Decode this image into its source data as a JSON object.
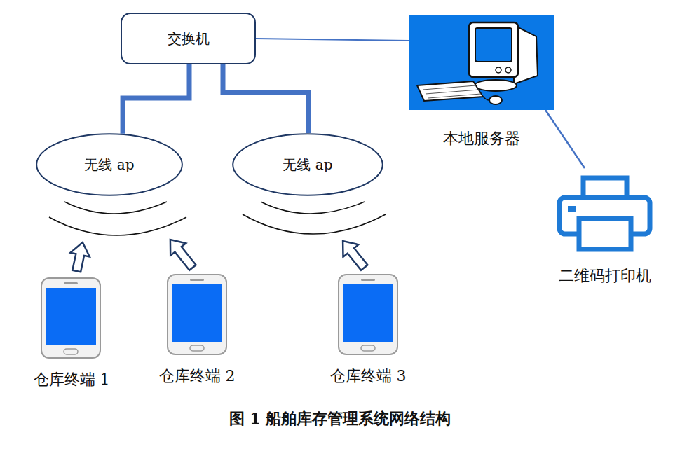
{
  "diagram": {
    "caption": "图 1 船舶库存管理系统网络结构",
    "nodes": [
      {
        "text": [
          "交换机"
        ]
      },
      {
        "text": [
          "本地服务器"
        ]
      },
      {
        "text": [
          "无线 ap"
        ]
      },
      {
        "text": [
          "无线 ap"
        ]
      },
      {
        "text": [
          "二维码打印机"
        ]
      },
      {
        "text": [
          "仓库终端 1"
        ]
      },
      {
        "text": [
          "仓库终端 2"
        ]
      },
      {
        "text": [
          "仓库终端 3"
        ]
      }
    ],
    "edges": [
      {
        "from": 0,
        "to": 2,
        "arrow": "none"
      },
      {
        "from": 0,
        "to": 3,
        "arrow": "none"
      },
      {
        "from": 0,
        "to": 1,
        "arrow": "none"
      },
      {
        "from": 1,
        "to": 4,
        "arrow": "none"
      },
      {
        "from": 5,
        "to": 2,
        "arrow": "to"
      },
      {
        "from": 6,
        "to": 2,
        "arrow": "to"
      },
      {
        "from": 7,
        "to": 3,
        "arrow": "to"
      }
    ]
  }
}
